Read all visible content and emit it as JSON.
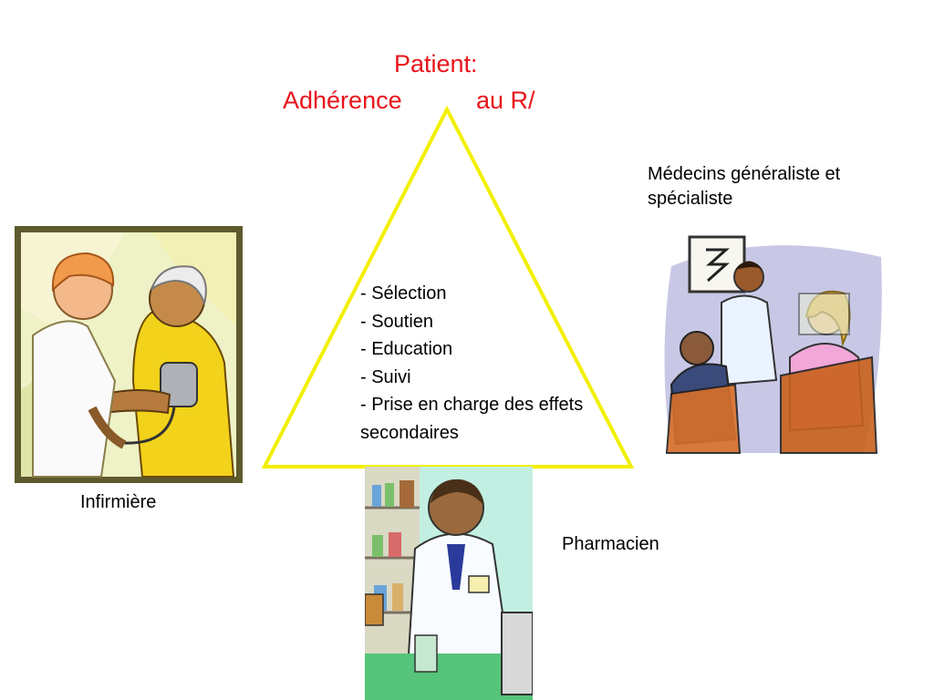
{
  "title": {
    "line1": "Patient:",
    "line2_left": "Adhérence",
    "line2_right": "au R/"
  },
  "roles": {
    "doctors": "Médecins généraliste et spécialiste",
    "nurse": "Infirmière",
    "pharmacist": "Pharmacien"
  },
  "tasks": [
    "- Sélection",
    "- Soutien",
    "- Education",
    "- Suivi",
    "- Prise en charge des effets secondaires"
  ],
  "icons": {
    "nurse": "nurse-measuring-blood-pressure-illustration",
    "doctors": "doctors-consultation-illustration",
    "pharmacist": "pharmacist-illustration"
  },
  "colors": {
    "title": "#e8141b",
    "triangle": "#f3ef00"
  }
}
